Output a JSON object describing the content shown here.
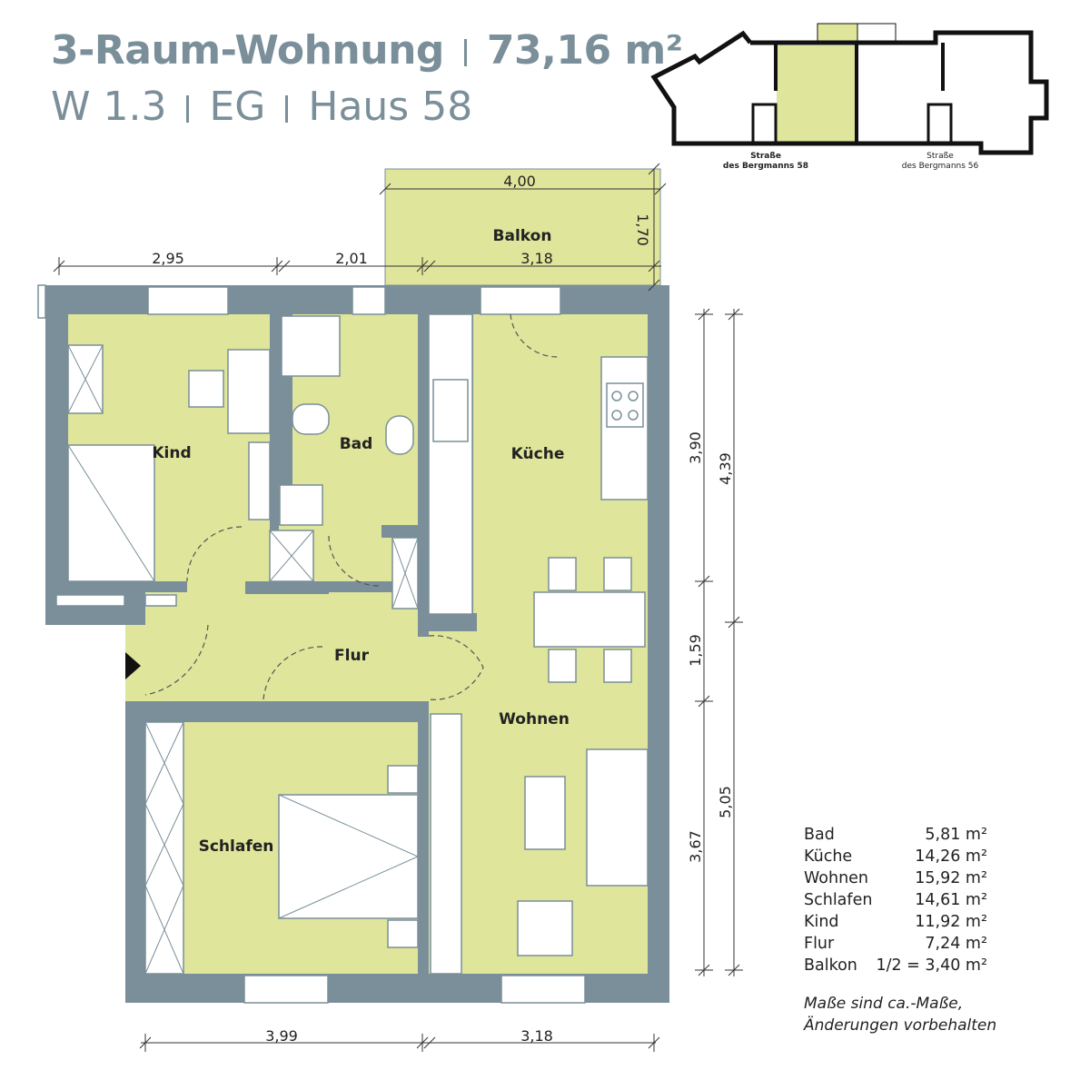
{
  "header": {
    "title": "3-Raum-Wohnung",
    "area": "73,16 m²",
    "unit": "W 1.3",
    "floor": "EG",
    "house": "Haus 58"
  },
  "key_plan": {
    "street_58_line1": "Straße",
    "street_58_line2": "des Bergmanns 58",
    "street_56_line1": "Straße",
    "street_56_line2": "des Bergmanns 56"
  },
  "rooms": {
    "kind": "Kind",
    "bad": "Bad",
    "kueche": "Küche",
    "flur": "Flur",
    "wohnen": "Wohnen",
    "schlafen": "Schlafen",
    "balkon": "Balkon"
  },
  "dimensions": {
    "top_1": "2,95",
    "top_2": "2,01",
    "top_3": "3,18",
    "balkon_width": "4,00",
    "balkon_depth": "1,70",
    "right_1": "3,90",
    "right_2": "1,59",
    "right_3": "3,67",
    "right_outer_1": "4,39",
    "right_outer_2": "5,05",
    "bottom_1": "3,99",
    "bottom_2": "3,18"
  },
  "areas": [
    {
      "room": "Bad",
      "value": "5,81 m²"
    },
    {
      "room": "Küche",
      "value": "14,26 m²"
    },
    {
      "room": "Wohnen",
      "value": "15,92 m²"
    },
    {
      "room": "Schlafen",
      "value": "14,61 m²"
    },
    {
      "room": "Kind",
      "value": "11,92 m²"
    },
    {
      "room": "Flur",
      "value": "7,24 m²"
    },
    {
      "room": "Balkon",
      "value": "1/2 = 3,40 m²"
    }
  ],
  "note": {
    "line1": "Maße sind ca.-Maße,",
    "line2": "Änderungen vorbehalten"
  },
  "colors": {
    "title": "#7a8f99",
    "room": "#dfe59a",
    "wall": "#7a8f99"
  }
}
